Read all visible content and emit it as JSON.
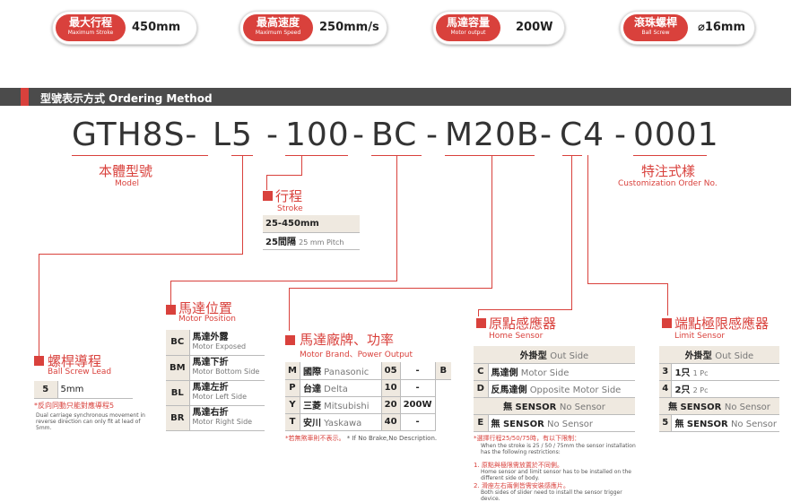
{
  "specs": [
    {
      "zh": "最大行程",
      "en": "Maximum Stroke",
      "value": "450mm"
    },
    {
      "zh": "最高速度",
      "en": "Maximum Speed",
      "value": "250mm/s"
    },
    {
      "zh": "馬達容量",
      "en": "Motor output",
      "value": "200W"
    },
    {
      "zh": "滾珠螺桿",
      "en": "Ball Screw",
      "value": "⌀16mm"
    }
  ],
  "ordering_title": "型號表示方式 Ordering Method",
  "model_parts": [
    "GTH8S-",
    "L5",
    "-",
    "100",
    "-",
    "BC",
    "-",
    "M20B",
    "-",
    "C4",
    "-",
    "0001"
  ],
  "model_section": {
    "zh": "本體型號",
    "en": "Model"
  },
  "custom_section": {
    "zh": "特注式樣",
    "en": "Customization Order No."
  },
  "stroke": {
    "zh": "行程",
    "en": "Stroke",
    "rows": [
      "25-450mm",
      "25間隔"
    ],
    "pitch": "25 mm Pitch"
  },
  "lead": {
    "zh": "螺桿導程",
    "en": "Ball Screw Lead",
    "code": "5",
    "value": "5mm",
    "note": "*反向同動只能對應導程5",
    "note_en": "Dual carriage synchronous movement in reverse direction can only fit at lead of 5mm."
  },
  "motor_pos": {
    "zh": "馬達位置",
    "en": "Motor Position",
    "rows": [
      {
        "code": "BC",
        "zh": "馬達外露",
        "en": "Motor Exposed"
      },
      {
        "code": "BM",
        "zh": "馬達下折",
        "en": "Motor Bottom Side"
      },
      {
        "code": "BL",
        "zh": "馬達左折",
        "en": "Motor Left Side"
      },
      {
        "code": "BR",
        "zh": "馬達右折",
        "en": "Motor Right Side"
      }
    ]
  },
  "motor_brand": {
    "zh": "馬達廠牌、功率",
    "en": "Motor Brand、Power Output",
    "rows": [
      {
        "code": "M",
        "zh": "國際",
        "en": "Panasonic",
        "n": "05",
        "p": "-",
        "b": "B"
      },
      {
        "code": "P",
        "zh": "台達",
        "en": "Delta",
        "n": "10",
        "p": "-",
        "b": ""
      },
      {
        "code": "Y",
        "zh": "三菱",
        "en": "Mitsubishi",
        "n": "20",
        "p": "200W",
        "b": ""
      },
      {
        "code": "T",
        "zh": "安川",
        "en": "Yaskawa",
        "n": "40",
        "p": "-",
        "b": ""
      }
    ],
    "note": "*若無煞車則不表示。",
    "note_en": "* If No Brake,No Description."
  },
  "home": {
    "zh": "原點感應器",
    "en": "Home Sensor",
    "hd1": "外掛型",
    "hd1en": "Out Side",
    "r1": {
      "code": "C",
      "zh": "馬達側",
      "en": "Motor Side"
    },
    "r2": {
      "code": "D",
      "zh": "反馬達側",
      "en": "Opposite Motor Side"
    },
    "hd2": "無 SENSOR",
    "hd2en": "No Sensor",
    "r3": {
      "code": "E",
      "zh": "無 SENSOR",
      "en": "No Sensor"
    },
    "note1": "*選擇行程25/50/75時，有以下限制：",
    "note1en": "When the stroke is 25 / 50 / 75mm the sensor installation has the following restrictions:",
    "note2": "1. 原點與極限需放置於不同側。",
    "note2en": "Home sensor and limit sensor has to be installed on the different side of body.",
    "note3": "2. 滑座左右兩側皆需安裝感應片。",
    "note3en": "Both sides of slider need to install the sensor trigger device."
  },
  "limit": {
    "zh": "端點極限感應器",
    "en": "Limit Sensor",
    "hd1": "外掛型",
    "hd1en": "Out Side",
    "r1": {
      "code": "3",
      "zh": "1只",
      "en": "1 Pc"
    },
    "r2": {
      "code": "4",
      "zh": "2只",
      "en": "2 Pc"
    },
    "hd2": "無 SENSOR",
    "hd2en": "No Sensor",
    "r3": {
      "code": "5",
      "zh": "無 SENSOR",
      "en": "No Sensor"
    }
  },
  "colors": {
    "accent": "#d9413c",
    "bar": "#4b4b4b",
    "header": "#efe9e0"
  }
}
